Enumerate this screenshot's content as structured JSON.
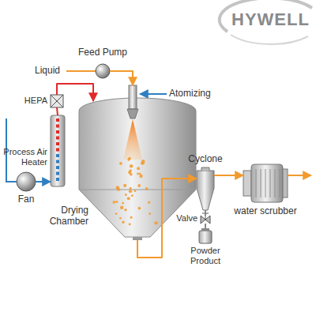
{
  "diagram": {
    "nodes": [
      {
        "text": [
          "Feed Pump"
        ]
      },
      {
        "text": [
          "HEPA"
        ]
      },
      {
        "text": [
          "Process Air Heater"
        ]
      },
      {
        "text": [
          "Fan"
        ]
      },
      {
        "text": [
          "Drying Chamber"
        ]
      },
      {
        "text": [
          "Cyclone"
        ]
      },
      {
        "text": [
          "Valve"
        ]
      },
      {
        "text": [
          "Powder Product"
        ]
      },
      {
        "text": [
          "water scrubber"
        ]
      }
    ],
    "edges": [
      {
        "from": 0,
        "to": 4,
        "arrow": "to"
      },
      {
        "from": 3,
        "to": 2,
        "arrow": "to"
      },
      {
        "from": 2,
        "to": 1,
        "arrow": "none"
      },
      {
        "from": 1,
        "to": 4,
        "arrow": "to"
      },
      {
        "from": 4,
        "to": 5,
        "arrow": "to"
      },
      {
        "from": 5,
        "to": 8,
        "arrow": "to"
      },
      {
        "from": 5,
        "to": 6,
        "arrow": "none"
      },
      {
        "from": 6,
        "to": 7,
        "arrow": "none"
      }
    ],
    "labels": [
      "Liquid",
      "Atomizing",
      "HYWELL"
    ]
  }
}
